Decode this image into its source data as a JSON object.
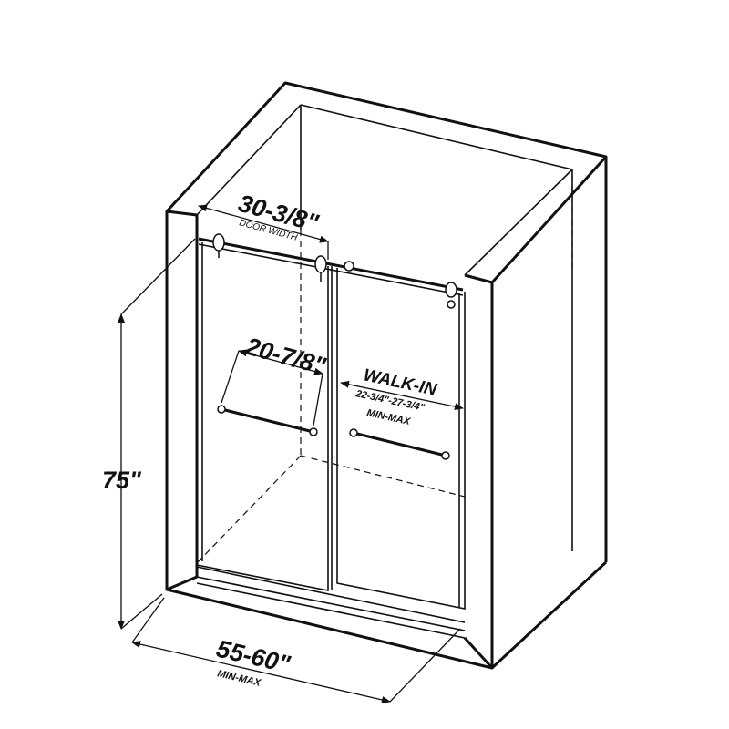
{
  "diagram": {
    "door_width": {
      "value": "30-3/8\"",
      "caption": "DOOR WIDTH"
    },
    "handle_length": "20-7/8\"",
    "walk_in": {
      "title": "WALK-IN",
      "range": "22-3/4\"-27-3/4\"",
      "caption": "MIN-MAX"
    },
    "height": "75\"",
    "width": {
      "value": "55-60\"",
      "caption": "MIN-MAX"
    }
  }
}
